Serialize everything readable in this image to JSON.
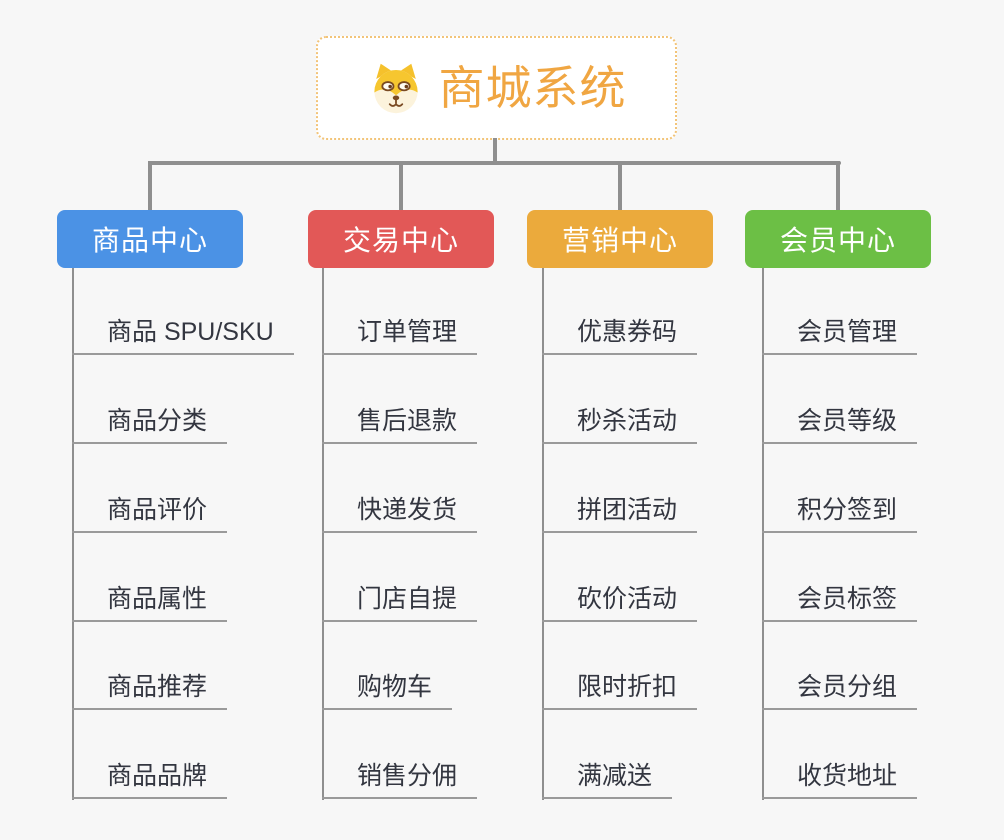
{
  "root": {
    "title": "商城系统",
    "icon": "dog-face-icon"
  },
  "branches": [
    {
      "label": "商品中心",
      "color": "#4b92e5",
      "children": [
        "商品 SPU/SKU",
        "商品分类",
        "商品评价",
        "商品属性",
        "商品推荐",
        "商品品牌"
      ]
    },
    {
      "label": "交易中心",
      "color": "#e25857",
      "children": [
        "订单管理",
        "售后退款",
        "快递发货",
        "门店自提",
        "购物车",
        "销售分佣"
      ]
    },
    {
      "label": "营销中心",
      "color": "#ebaa3c",
      "children": [
        "优惠券码",
        "秒杀活动",
        "拼团活动",
        "砍价活动",
        "限时折扣",
        "满减送"
      ]
    },
    {
      "label": "会员中心",
      "color": "#6cbf45",
      "children": [
        "会员管理",
        "会员等级",
        "积分签到",
        "会员标签",
        "会员分组",
        "收货地址"
      ]
    }
  ],
  "colors": {
    "background": "#f7f7f7",
    "root_accent": "#f0a642",
    "root_border": "#f2c479",
    "connector_gray": "#8f8f8f",
    "underline_gray": "#9a9a9a",
    "child_text": "#333640"
  }
}
